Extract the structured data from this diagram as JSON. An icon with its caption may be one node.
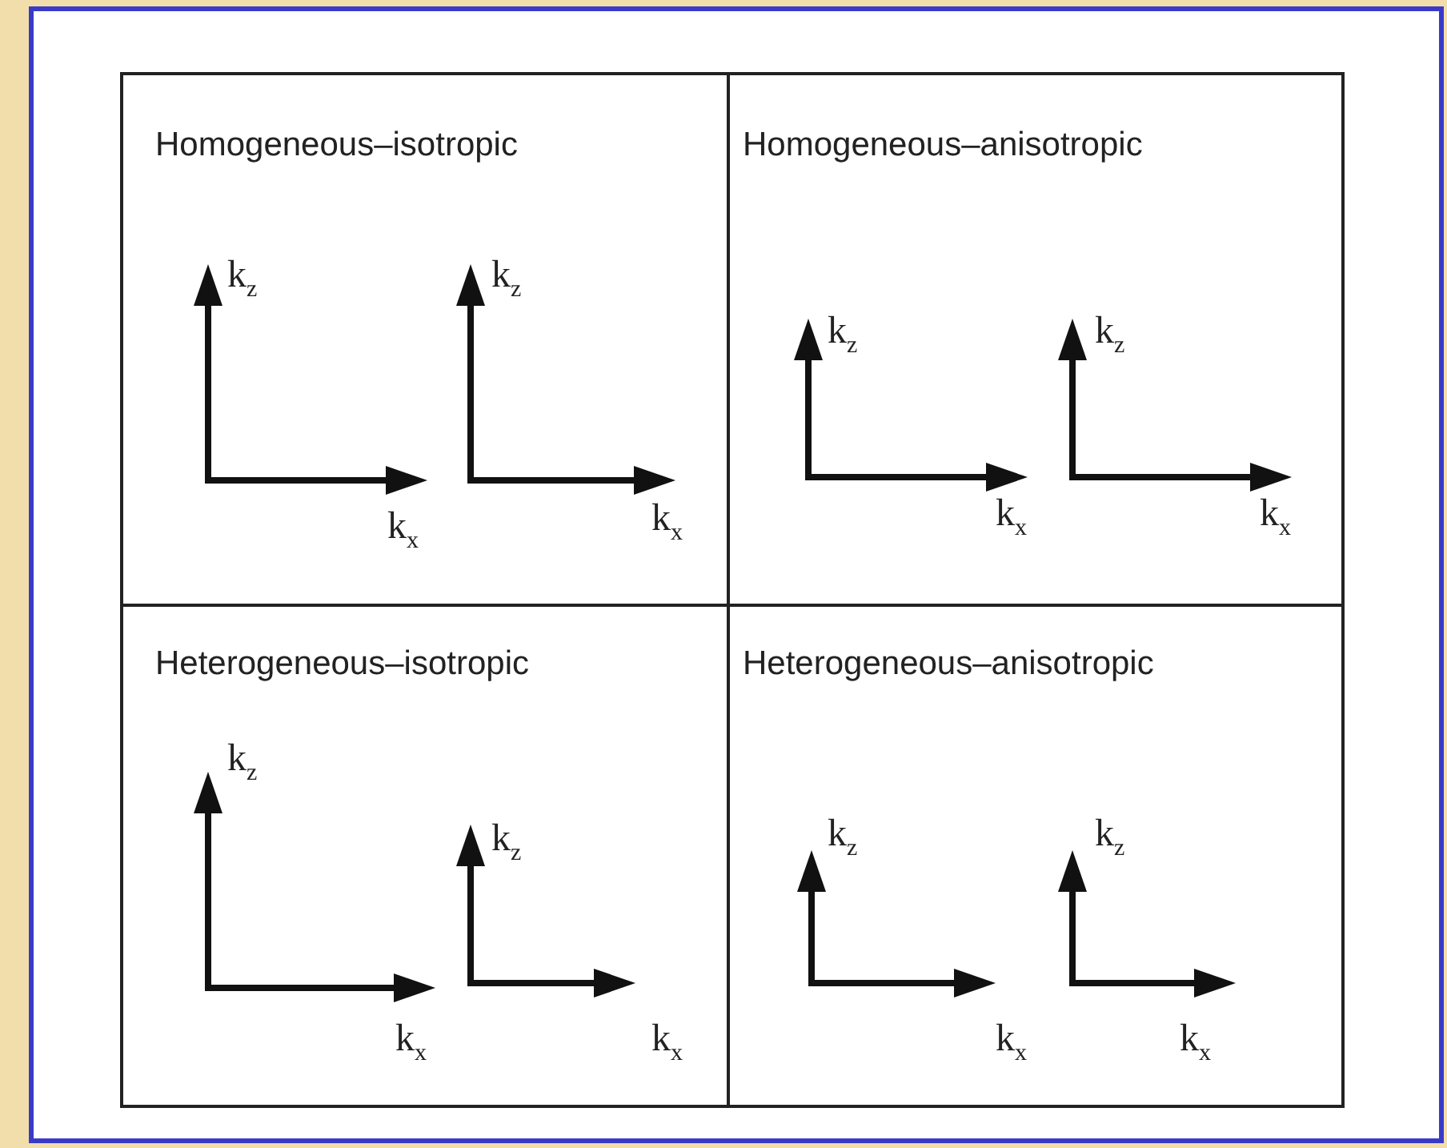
{
  "diagram": {
    "nodes": [
      {
        "text": [
          "Homogeneous–isotropic",
          "k$_{z}$",
          "k$_{x}$",
          "k$_{z}$",
          "k$_{x}$"
        ]
      },
      {
        "text": [
          "Homogeneous–anisotropic",
          "k$_{z}$",
          "k$_{x}$",
          "k$_{z}$",
          "k$_{x}$"
        ]
      },
      {
        "text": [
          "Heterogeneous–isotropic",
          "k$_{z}$",
          "k$_{x}$",
          "k$_{z}$",
          "k$_{x}$"
        ]
      },
      {
        "text": [
          "Heterogeneous–anisotropic",
          "k$_{z}$",
          "k$_{x}$",
          "k$_{z}$",
          "k$_{x}$"
        ]
      }
    ],
    "edges": []
  }
}
